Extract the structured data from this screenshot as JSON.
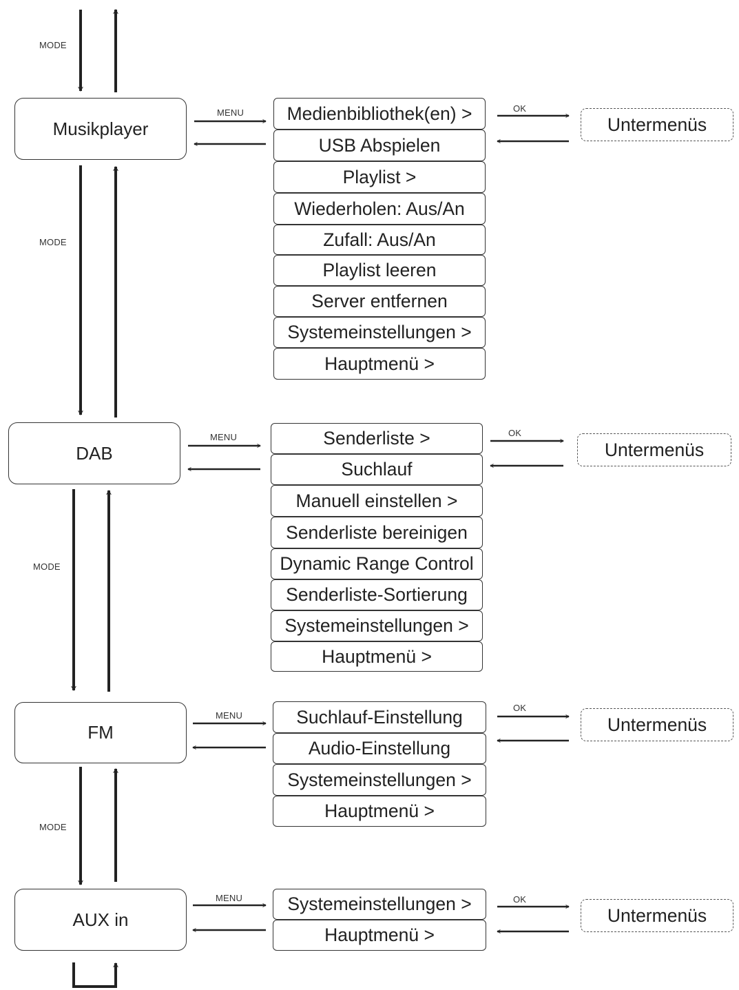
{
  "labels": {
    "mode": "MODE",
    "menu": "MENU",
    "ok": "OK"
  },
  "sections": [
    {
      "mode_name": "Musikplayer",
      "submenu": "Untermenüs",
      "items": [
        "Medienbibliothek(en) >",
        "USB Abspielen",
        "Playlist >",
        "Wiederholen: Aus/An",
        "Zufall: Aus/An",
        "Playlist leeren",
        "Server entfernen",
        "Systemeinstellungen >",
        "Hauptmenü >"
      ]
    },
    {
      "mode_name": "DAB",
      "submenu": "Untermenüs",
      "items": [
        "Senderliste >",
        "Suchlauf",
        "Manuell einstellen >",
        "Senderliste bereinigen",
        "Dynamic Range Control",
        "Senderliste-Sortierung",
        "Systemeinstellungen >",
        "Hauptmenü >"
      ]
    },
    {
      "mode_name": "FM",
      "submenu": "Untermenüs",
      "items": [
        "Suchlauf-Einstellung",
        "Audio-Einstellung",
        "Systemeinstellungen >",
        "Hauptmenü >"
      ]
    },
    {
      "mode_name": "AUX in",
      "submenu": "Untermenüs",
      "items": [
        "Systemeinstellungen >",
        "Hauptmenü >"
      ]
    }
  ]
}
